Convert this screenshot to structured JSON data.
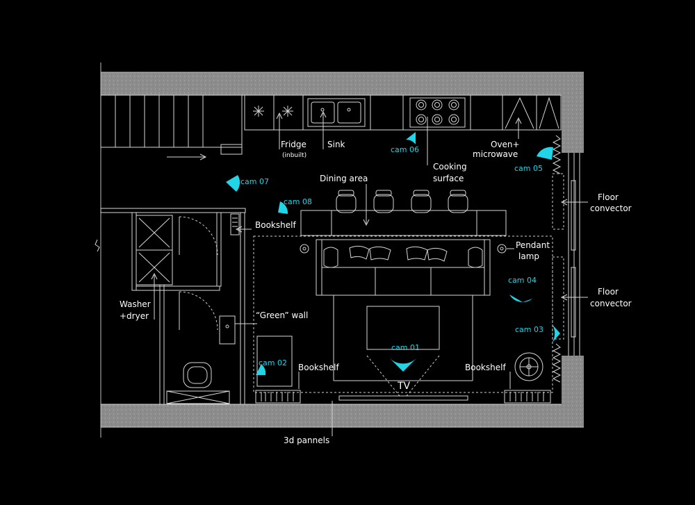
{
  "colors": {
    "background": "#000000",
    "lines": "#d8d8d8",
    "wall": "#9a9a9a",
    "camera": "#21d4e6",
    "text": "#ffffff"
  },
  "labels": {
    "fridge": "Fridge",
    "fridge_note": "(inbuilt)",
    "sink": "Sink",
    "oven_1": "Oven+",
    "oven_2": "microwave",
    "cooking_1": "Cooking",
    "cooking_2": "surface",
    "dining_area": "Dining area",
    "bookshelf_top": "Bookshelf",
    "pendant_1": "Pendant",
    "pendant_2": "lamp",
    "floor_convector_1a": "Floor",
    "floor_convector_1b": "convector",
    "floor_convector_2a": "Floor",
    "floor_convector_2b": "convector",
    "washer_1": "Washer",
    "washer_2": "+dryer",
    "green_wall": "“Green” wall",
    "bookshelf_left": "Bookshelf",
    "bookshelf_right": "Bookshelf",
    "tv": "TV",
    "panels": "3d pannels"
  },
  "cameras": [
    "cam 01",
    "cam 02",
    "cam 03",
    "cam 04",
    "cam 05",
    "cam 06",
    "cam 07",
    "cam 08"
  ]
}
